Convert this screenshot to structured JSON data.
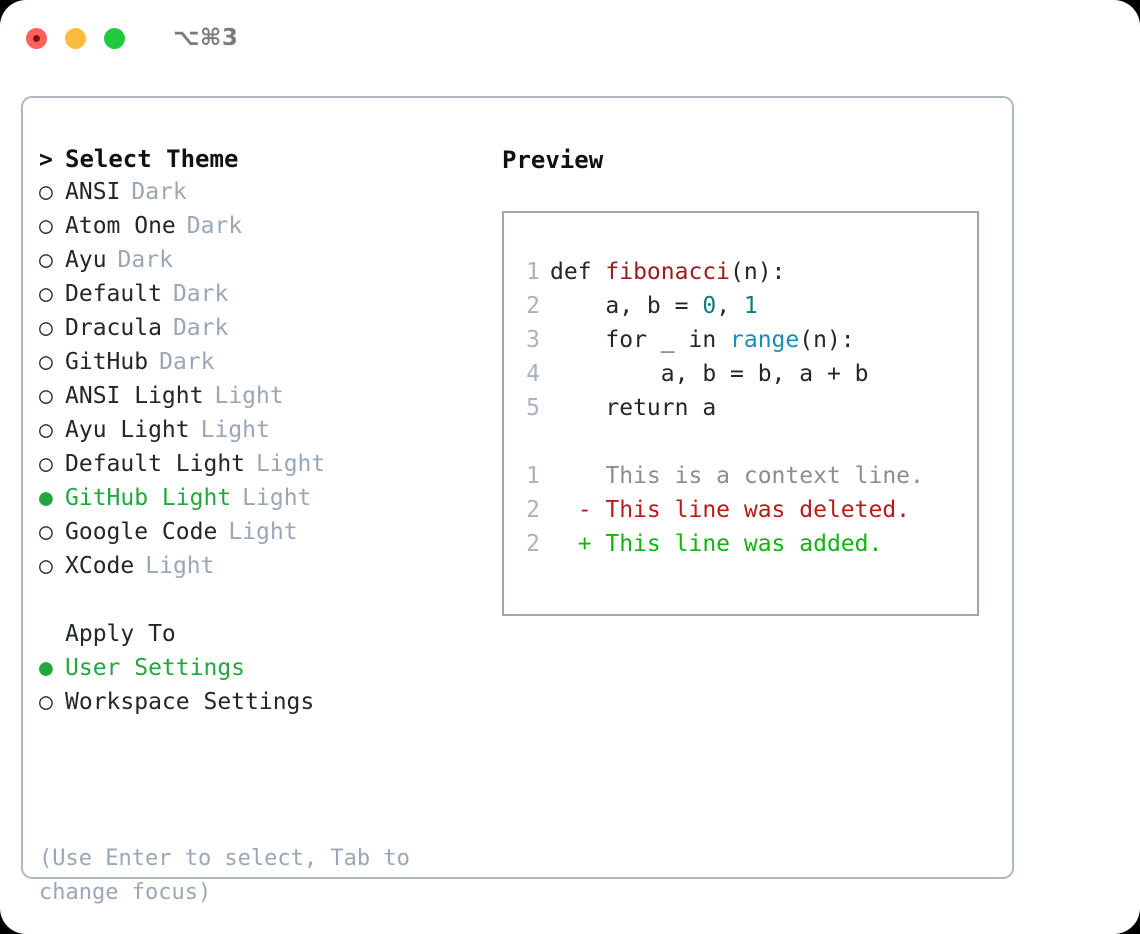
{
  "titlebar": {
    "shortcut": "⌥⌘3",
    "buttons": [
      {
        "name": "close",
        "color": "#ff605c"
      },
      {
        "name": "minimize",
        "color": "#fdbc40"
      },
      {
        "name": "zoom",
        "color": "#22c93f"
      }
    ]
  },
  "theme_picker": {
    "heading": "Select Theme",
    "heading_marker": ">",
    "marker_unselected": "○",
    "marker_selected": "●",
    "items": [
      {
        "label": "ANSI",
        "badge": "Dark",
        "selected": false
      },
      {
        "label": "Atom One",
        "badge": "Dark",
        "selected": false
      },
      {
        "label": "Ayu",
        "badge": "Dark",
        "selected": false
      },
      {
        "label": "Default",
        "badge": "Dark",
        "selected": false
      },
      {
        "label": "Dracula",
        "badge": "Dark",
        "selected": false
      },
      {
        "label": "GitHub",
        "badge": "Dark",
        "selected": false
      },
      {
        "label": "ANSI Light",
        "badge": "Light",
        "selected": false
      },
      {
        "label": "Ayu Light",
        "badge": "Light",
        "selected": false
      },
      {
        "label": "Default Light",
        "badge": "Light",
        "selected": false
      },
      {
        "label": "GitHub Light",
        "badge": "Light",
        "selected": true
      },
      {
        "label": "Google Code",
        "badge": "Light",
        "selected": false
      },
      {
        "label": "XCode",
        "badge": "Light",
        "selected": false
      }
    ]
  },
  "apply_to": {
    "heading": "Apply To",
    "items": [
      {
        "label": "User Settings",
        "selected": true
      },
      {
        "label": "Workspace Settings",
        "selected": false
      }
    ]
  },
  "hint": "(Use Enter to select, Tab to change focus)",
  "preview": {
    "heading": "Preview",
    "code_lines": [
      {
        "num": "1",
        "tokens": [
          {
            "text": "def ",
            "type": "plain"
          },
          {
            "text": "fibonacci",
            "type": "fn"
          },
          {
            "text": "(n):",
            "type": "plain"
          }
        ]
      },
      {
        "num": "2",
        "tokens": [
          {
            "text": "    a, b = ",
            "type": "plain"
          },
          {
            "text": "0",
            "type": "num"
          },
          {
            "text": ", ",
            "type": "plain"
          },
          {
            "text": "1",
            "type": "num"
          }
        ]
      },
      {
        "num": "3",
        "tokens": [
          {
            "text": "    for _ in ",
            "type": "plain"
          },
          {
            "text": "range",
            "type": "call"
          },
          {
            "text": "(n):",
            "type": "plain"
          }
        ]
      },
      {
        "num": "4",
        "tokens": [
          {
            "text": "        a, b = b, a + b",
            "type": "plain"
          }
        ]
      },
      {
        "num": "5",
        "tokens": [
          {
            "text": "    return a",
            "type": "plain"
          }
        ]
      }
    ],
    "diff_lines": [
      {
        "num": "1",
        "sign": " ",
        "text": "This is a context line.",
        "type": "context"
      },
      {
        "num": "2",
        "sign": "-",
        "text": "This line was deleted.",
        "type": "deleted"
      },
      {
        "num": "2",
        "sign": "+",
        "text": "This line was added.",
        "type": "added"
      }
    ]
  },
  "colors": {
    "accent_green": "#22a73f",
    "muted": "#9aa7b6",
    "border": "#aeb8c4",
    "function": "#9b1c1c",
    "number": "#0f7b7b",
    "builtin": "#1a8cb8",
    "diff_deleted": "#b81b1b",
    "diff_added": "#12b312",
    "diff_context": "#8d8d8d"
  }
}
